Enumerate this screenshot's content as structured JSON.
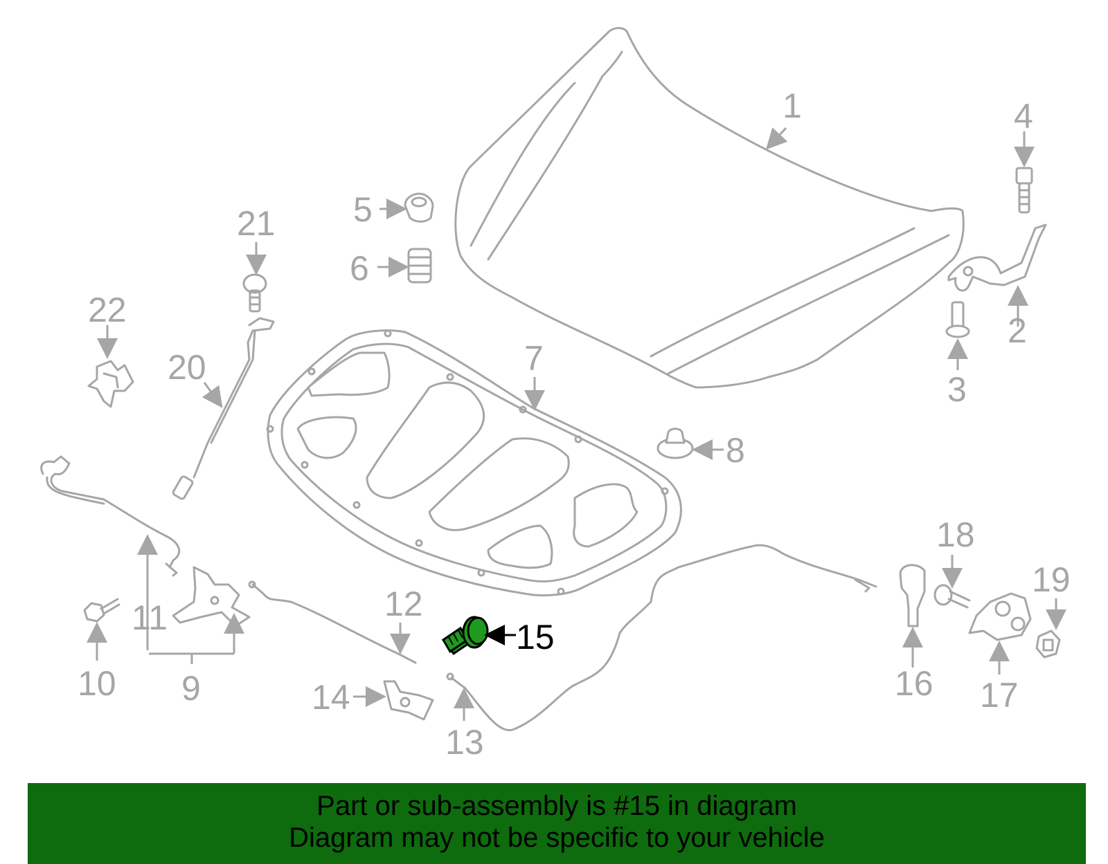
{
  "callouts": {
    "c1": "1",
    "c2": "2",
    "c3": "3",
    "c4": "4",
    "c5": "5",
    "c6": "6",
    "c7": "7",
    "c8": "8",
    "c9": "9",
    "c10": "10",
    "c11": "11",
    "c12": "12",
    "c13": "13",
    "c14": "14",
    "c15": "15",
    "c16": "16",
    "c17": "17",
    "c18": "18",
    "c19": "19",
    "c20": "20",
    "c21": "21",
    "c22": "22"
  },
  "highlighted_part": "15",
  "colors": {
    "line": "#a6a6a6",
    "highlight_fill": "#1e9a1e",
    "banner_bg": "#0e6b0e",
    "banner_text": "#000000"
  },
  "banner": {
    "line1": "Part or sub-assembly is #15 in diagram",
    "line2": "Diagram may not be specific to your vehicle"
  }
}
